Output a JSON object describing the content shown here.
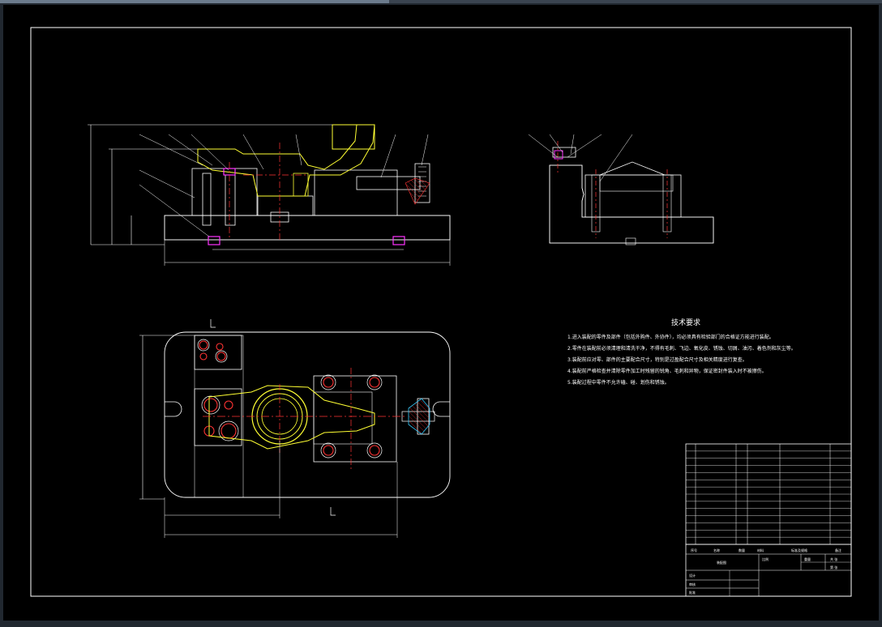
{
  "colors": {
    "background": "#000000",
    "frame": "#ffffff",
    "outline": "#ffffff",
    "highlight": "#ffff33",
    "centerline": "#ff3333",
    "fastener": "#ff33ff",
    "hidden_blue": "#33ccff"
  },
  "technical_requirements": {
    "title": "技术要求",
    "items": [
      "1.进入装配的零件及部件（包括外购件、外协件），均必须具有检验部门的合格证方能进行装配。",
      "2.零件在装配前必须清理和清洗干净，不得有毛刺、飞边、氧化皮、锈蚀、切屑、油污、着色剂和灰尘等。",
      "3.装配前应对零、部件的主要配合尺寸，特别是过盈配合尺寸及相关精度进行复查。",
      "4.装配前严格检查并清除零件加工时残留的锐角、毛刺和异物，保证密封件装入时不被擦伤。",
      "5.装配过程中零件不允许磕、碰、划伤和锈蚀。"
    ]
  },
  "title_block": {
    "header_cols": [
      "序号",
      "名称",
      "数量",
      "材料",
      "标准及规格",
      "备注"
    ],
    "drawing_name": "装配图",
    "signatures": [
      "设计",
      "审核",
      "批准"
    ],
    "fields": [
      "比例",
      "共 张",
      "第 张",
      "重量"
    ]
  }
}
